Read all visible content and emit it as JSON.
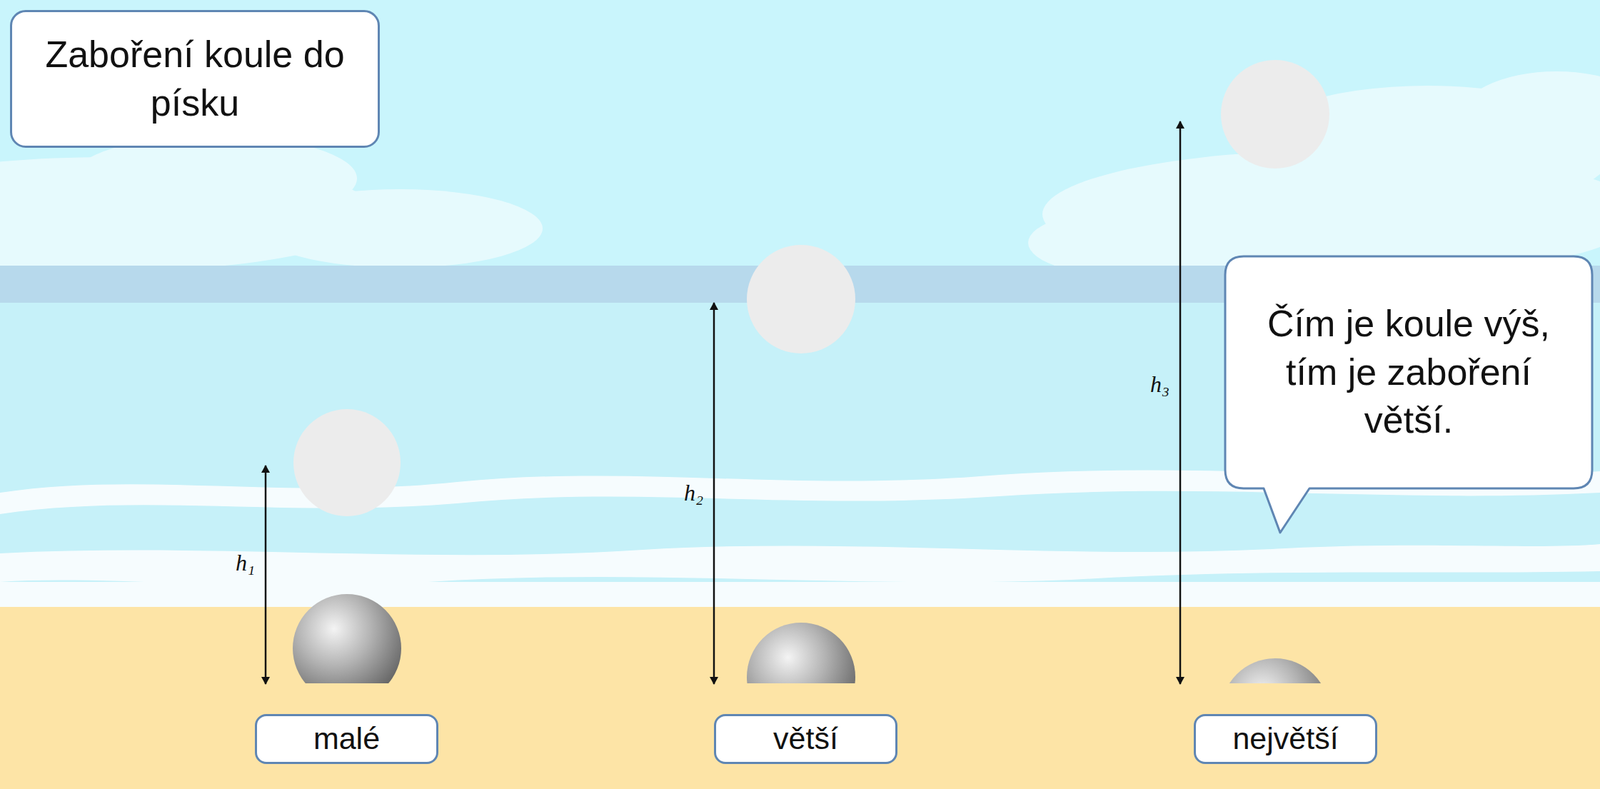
{
  "diagram": {
    "title": "Zaboření koule do písku",
    "nodes": [
      {
        "text": [
          "malé"
        ]
      },
      {
        "text": [
          "větší"
        ]
      },
      {
        "text": [
          "největší"
        ]
      },
      {
        "text": [
          "Čím je koule výš, tím je zaboření větší."
        ]
      }
    ],
    "labels": [
      "h₁",
      "h₂",
      "h₃"
    ]
  }
}
